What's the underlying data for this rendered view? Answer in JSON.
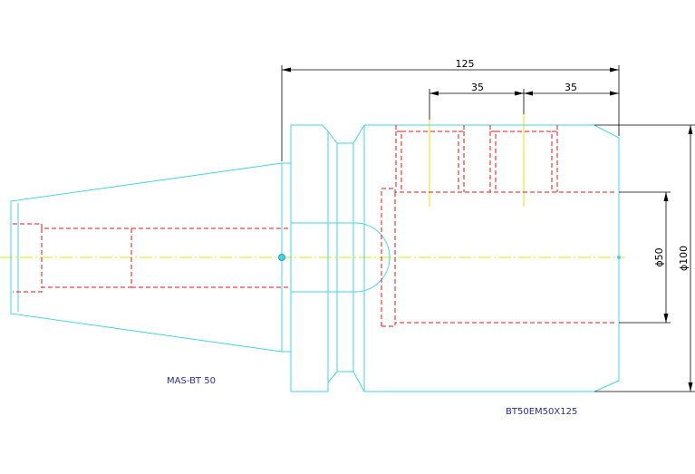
{
  "drawing": {
    "dimensions": {
      "overall_length": "125",
      "slot_pitch_1": "35",
      "slot_pitch_2": "35",
      "bore_diameter": "ϕ50",
      "body_diameter": "ϕ100"
    },
    "labels": {
      "shank": "MAS-BT 50",
      "part_number": "BT50EM50X125"
    },
    "colors": {
      "outline": "#3fd6e8",
      "hidden": "#ee1111",
      "centerline": "#e6e600",
      "dimension": "#000000",
      "label": "#2a2aa8"
    }
  }
}
